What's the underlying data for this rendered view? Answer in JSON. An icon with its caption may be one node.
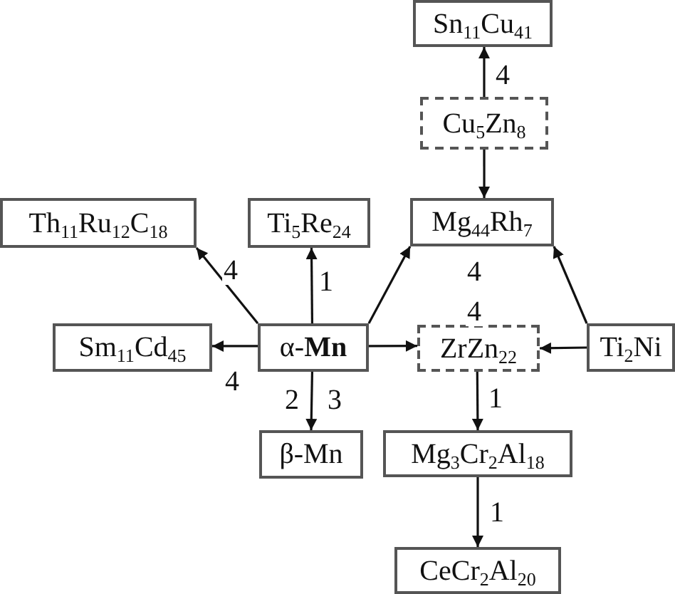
{
  "diagram": {
    "nodes": [
      {
        "text": [
          "Sn$_{11}$Cu$_{41}$"
        ]
      },
      {
        "text": [
          "Cu$_{5}$Zn$_{8}$"
        ]
      },
      {
        "text": [
          "Th$_{11}$Ru$_{12}$C$_{18}$"
        ]
      },
      {
        "text": [
          "Ti$_{5}$Re$_{24}$"
        ]
      },
      {
        "text": [
          "Mg$_{44}$Rh$_{7}$"
        ]
      },
      {
        "text": [
          "Sm$_{11}$Cd$_{45}$"
        ]
      },
      {
        "text": [
          "α-**Mn**"
        ]
      },
      {
        "text": [
          "ZrZn$_{22}$"
        ]
      },
      {
        "text": [
          "Ti$_{2}$Ni"
        ]
      },
      {
        "text": [
          "β-Mn"
        ]
      },
      {
        "text": [
          "Mg$_{3}$Cr$_{2}$Al$_{18}$"
        ]
      },
      {
        "text": [
          "CeCr$_{2}$Al$_{20}$"
        ]
      }
    ],
    "edges": [
      {
        "from": 1,
        "to": 0,
        "arrow": "to",
        "label": "4"
      },
      {
        "from": 1,
        "to": 4,
        "arrow": "to"
      },
      {
        "from": 6,
        "to": 2,
        "arrow": "to",
        "label": "4"
      },
      {
        "from": 6,
        "to": 3,
        "arrow": "to",
        "label": "1"
      },
      {
        "from": 6,
        "to": 4,
        "arrow": "to"
      },
      {
        "from": 6,
        "to": 5,
        "arrow": "to",
        "label": "4"
      },
      {
        "from": 6,
        "to": 7,
        "arrow": "to"
      },
      {
        "from": 6,
        "to": 9,
        "arrow": "to",
        "label": "2"
      },
      {
        "from": 8,
        "to": 7,
        "arrow": "to"
      },
      {
        "from": 8,
        "to": 4,
        "arrow": "to"
      },
      {
        "from": 7,
        "to": 10,
        "arrow": "to",
        "label": "1"
      },
      {
        "from": 10,
        "to": 11,
        "arrow": "to",
        "label": "1"
      }
    ],
    "labels": [
      "4",
      "4",
      "3"
    ]
  }
}
